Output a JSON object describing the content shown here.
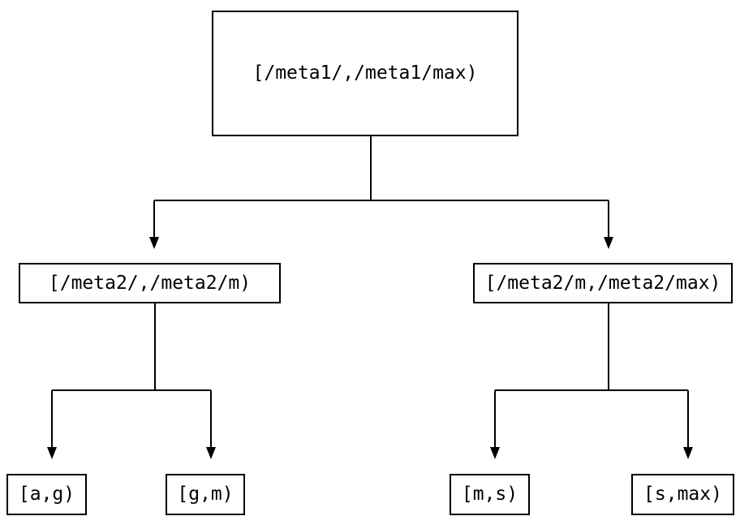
{
  "diagram": {
    "type": "tree",
    "background_color": "#ffffff",
    "line_color": "#000000",
    "text_color": "#000000",
    "nodes": {
      "root": "[/meta1/,/meta1/max)",
      "left_child": "[/meta2/,/meta2/m)",
      "right_child": "[/meta2/m,/meta2/max)",
      "leaf_ag": "[a,g)",
      "leaf_gm": "[g,m)",
      "leaf_ms": "[m,s)",
      "leaf_smax": "[s,max)"
    },
    "edges": [
      {
        "from": "root",
        "to": "left_child"
      },
      {
        "from": "root",
        "to": "right_child"
      },
      {
        "from": "left_child",
        "to": "leaf_ag"
      },
      {
        "from": "left_child",
        "to": "leaf_gm"
      },
      {
        "from": "right_child",
        "to": "leaf_ms"
      },
      {
        "from": "right_child",
        "to": "leaf_smax"
      }
    ]
  }
}
